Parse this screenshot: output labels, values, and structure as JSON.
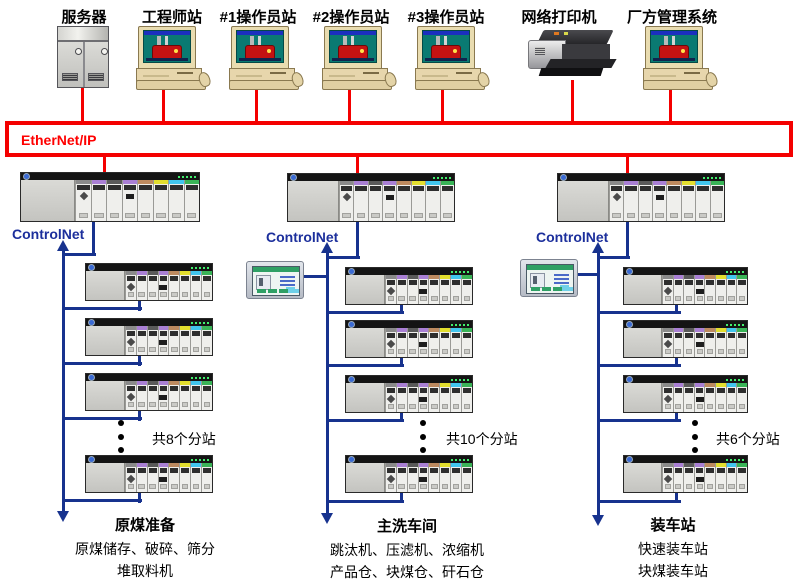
{
  "top_devices": [
    {
      "label": "服务器",
      "type": "server"
    },
    {
      "label": "工程师站",
      "type": "workstation"
    },
    {
      "label": "#1操作员站",
      "type": "workstation"
    },
    {
      "label": "#2操作员站",
      "type": "workstation"
    },
    {
      "label": "#3操作员站",
      "type": "workstation"
    },
    {
      "label": "网络打印机",
      "type": "printer"
    },
    {
      "label": "厂方管理系统",
      "type": "workstation"
    }
  ],
  "ethernet_bus": {
    "label": "EtherNet/IP"
  },
  "branches": [
    {
      "controlnet_label": "ControlNet",
      "station_note": "共8个分站",
      "visible_io_racks": 4,
      "has_hmi_panel": false,
      "title": "原煤准备",
      "detail_lines": [
        "原煤储存、破碎、筛分",
        "堆取料机"
      ]
    },
    {
      "controlnet_label": "ControlNet",
      "station_note": "共10个分站",
      "visible_io_racks": 4,
      "has_hmi_panel": true,
      "title": "主洗车间",
      "detail_lines": [
        "跳汰机、压滤机、浓缩机",
        "产品仓、块煤仓、矸石仓"
      ]
    },
    {
      "controlnet_label": "ControlNet",
      "station_note": "共6个分站",
      "visible_io_racks": 4,
      "has_hmi_panel": true,
      "title": "装车站",
      "detail_lines": [
        "快速装车站",
        "块煤装车站"
      ]
    }
  ],
  "colors": {
    "ethernet_bus": "#f40000",
    "controlnet": "#17328e",
    "text": "#000000"
  }
}
